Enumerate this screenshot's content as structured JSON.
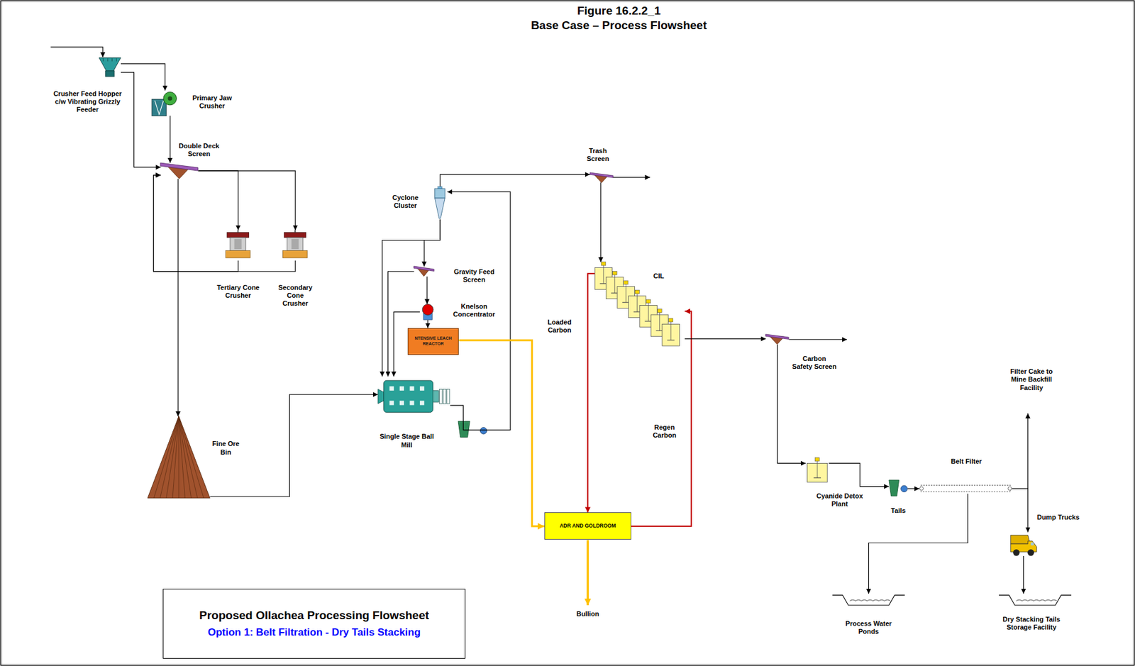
{
  "diagram": {
    "title": "Figure 16.2.2_1",
    "nodes": [
      {
        "text": [
          "Crusher Feed Hopper c/w Vibrating Grizzly Feeder"
        ]
      },
      {
        "text": [
          "Primary Jaw Crusher"
        ]
      },
      {
        "text": [
          "Double Deck Screen"
        ]
      },
      {
        "text": [
          "Tertiary Cone Crusher"
        ]
      },
      {
        "text": [
          "Secondary Cone Crusher"
        ]
      },
      {
        "text": [
          "Fine Ore Bin"
        ]
      },
      {
        "text": [
          "Cyclone Cluster"
        ]
      },
      {
        "text": [
          "Gravity Feed Screen"
        ]
      },
      {
        "text": [
          "Knelson Concentrator"
        ]
      },
      {
        "text": [
          "NTENSIVE LEACH REACTOR"
        ]
      },
      {
        "text": [
          "Single Stage Ball Mill"
        ]
      },
      {
        "text": [
          "Trash Screen"
        ]
      },
      {
        "text": [
          "CIL"
        ]
      },
      {
        "text": [
          "ADR AND GOLDROOM"
        ]
      },
      {
        "text": [
          "Carbon Safety Screen"
        ]
      },
      {
        "text": [
          "Cyanide Detox Plant"
        ]
      },
      {
        "text": [
          "Tails"
        ]
      },
      {
        "text": [
          "Belt Filter"
        ]
      },
      {
        "text": [
          "Dump Trucks"
        ]
      },
      {
        "text": [
          "Process Water Ponds"
        ]
      },
      {
        "text": [
          "Dry Stacking Tails Storage Facility"
        ]
      },
      {
        "text": [
          "Proposed Ollachea Processing Flowsheet",
          "Option 1: Belt Filtration - Dry Tails Stacking"
        ]
      }
    ],
    "edges": [
      {
        "from": 0,
        "to": 1,
        "arrow": "to"
      },
      {
        "from": 0,
        "to": 2,
        "arrow": "to"
      },
      {
        "from": 1,
        "to": 2,
        "arrow": "to"
      },
      {
        "from": 2,
        "to": 3,
        "arrow": "to"
      },
      {
        "from": 2,
        "to": 4,
        "arrow": "to"
      },
      {
        "from": 3,
        "to": 2,
        "arrow": "to"
      },
      {
        "from": 4,
        "to": 2,
        "arrow": "to"
      },
      {
        "from": 2,
        "to": 5,
        "arrow": "to"
      },
      {
        "from": 5,
        "to": 10,
        "arrow": "to"
      },
      {
        "from": 10,
        "to": 6,
        "arrow": "to"
      },
      {
        "from": 6,
        "to": 11,
        "arrow": "to"
      },
      {
        "from": 6,
        "to": 7,
        "arrow": "to"
      },
      {
        "from": 6,
        "to": 10,
        "arrow": "to"
      },
      {
        "from": 7,
        "to": 10,
        "arrow": "to"
      },
      {
        "from": 7,
        "to": 8,
        "arrow": "to"
      },
      {
        "from": 8,
        "to": 10,
        "arrow": "to"
      },
      {
        "from": 8,
        "to": 9,
        "arrow": "to"
      },
      {
        "from": 9,
        "to": 13,
        "arrow": "to"
      },
      {
        "from": 11,
        "to": 12,
        "arrow": "to"
      },
      {
        "from": 12,
        "to": 13,
        "label": "Loaded Carbon",
        "arrow": "to"
      },
      {
        "from": 13,
        "to": 12,
        "label": "Regen Carbon",
        "arrow": "to"
      },
      {
        "from": 12,
        "to": 14,
        "arrow": "to"
      },
      {
        "from": 14,
        "to": 15,
        "arrow": "to"
      },
      {
        "from": 15,
        "to": 16,
        "arrow": "to"
      },
      {
        "from": 16,
        "to": 17,
        "arrow": "to"
      },
      {
        "from": 17,
        "to": 18,
        "arrow": "to"
      },
      {
        "from": 18,
        "to": 20,
        "arrow": "to"
      },
      {
        "from": 17,
        "to": 19,
        "arrow": "to"
      }
    ],
    "labels": [
      "Base Case – Process Flowsheet",
      "Filter Cake to Mine Backfill Facility",
      "Bullion"
    ]
  }
}
